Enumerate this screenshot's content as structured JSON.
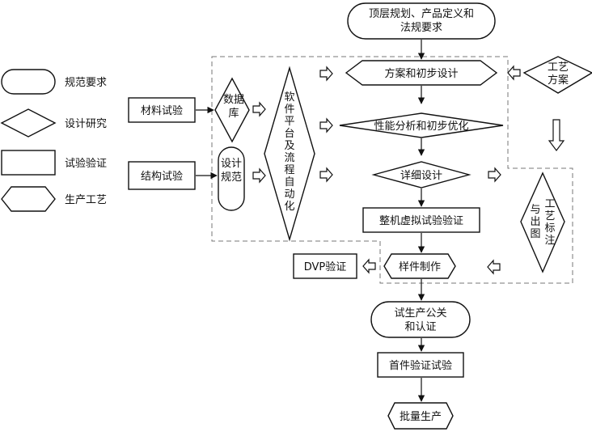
{
  "legend": {
    "requirement": "规范要求",
    "design_research": "设计研究",
    "test_verification": "试验验证",
    "production_process": "生产工艺"
  },
  "nodes": {
    "top_planning": [
      "顶层规划、产品定义和",
      "法规要求"
    ],
    "process_scheme": [
      "工艺",
      "方案"
    ],
    "concept_design": "方案和初步设计",
    "perf_analysis": "性能分析和初步优化",
    "detail_design": "详细设计",
    "vehicle_virtual_test": "整机虚拟试验验证",
    "sample_manufacture": "样件制作",
    "dvp": "DVP验证",
    "trial_production": [
      "试生产公关",
      "和认证"
    ],
    "first_article": "首件验证试验",
    "mass_production": "批量生产",
    "material_test": "材料试验",
    "structure_test": "结构试验",
    "database": [
      "数据",
      "库"
    ],
    "design_spec": [
      "设计",
      "规范"
    ],
    "software_platform": [
      "软",
      "件",
      "平",
      "台",
      "及",
      "流",
      "程",
      "自",
      "动",
      "化"
    ],
    "process_marking": [
      "工",
      "艺",
      "标",
      "注",
      "与",
      "出",
      "图"
    ]
  }
}
